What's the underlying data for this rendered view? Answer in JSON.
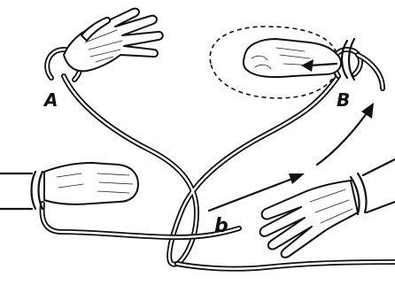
{
  "labels": {
    "a": "A",
    "b_upper": "B",
    "b_lower": "b"
  },
  "colors": {
    "ink": "#111111",
    "paper": "#ffffff"
  }
}
